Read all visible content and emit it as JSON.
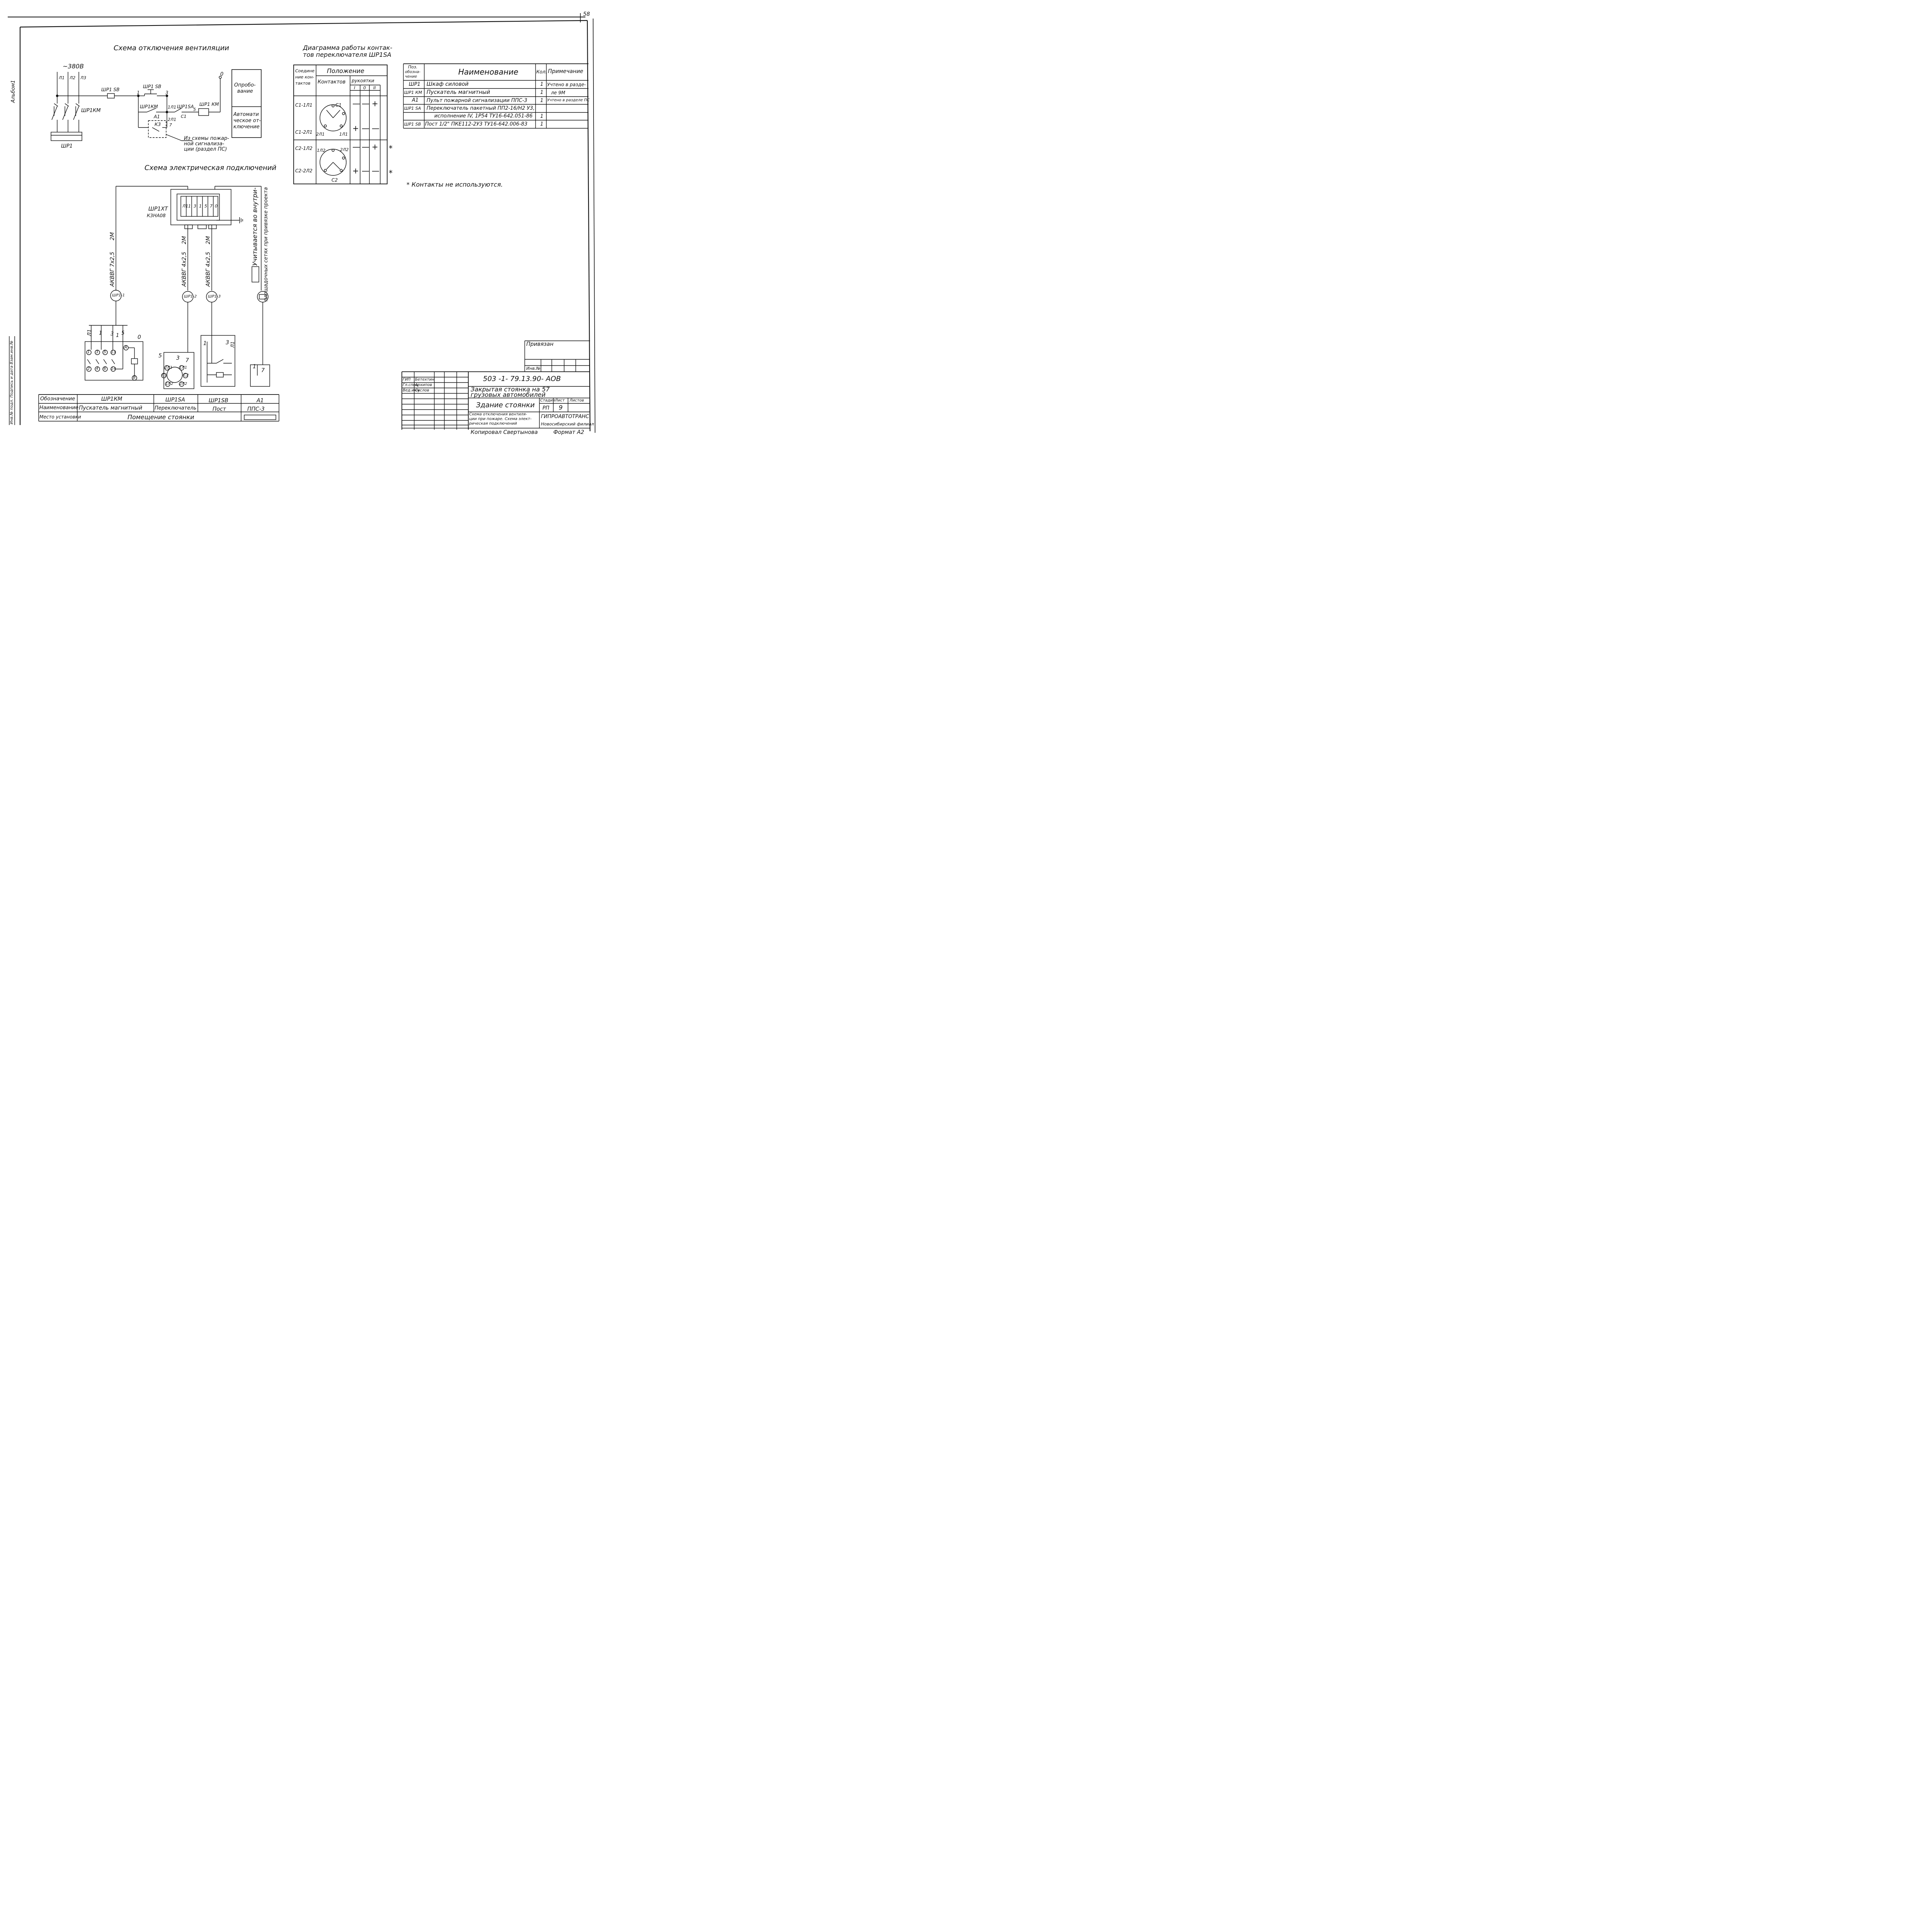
{
  "sheet_number": "58",
  "album": "Альбом1",
  "side_stamp": "Инв.№ подл.  Подпись и дата  Взам.инв.№",
  "ventilation_scheme": {
    "title": "Схема отключения вентиляции",
    "supply": "~380В",
    "phases": [
      "Л1",
      "Л2",
      "Л3"
    ],
    "cabinet": "ШР1",
    "contactor_label": "ШР1КМ",
    "stop_button": "ШР1 SВ",
    "start_button": "ШР1 SВ",
    "node_1": "1",
    "node_3": "3",
    "aux_contact": "ШР1КМ",
    "node_1l1": "1Л1",
    "switch_contact": "ШР1SА",
    "node_5": "5",
    "node_c1": "С1",
    "coil": "ШР1 КМ",
    "node_0": "0",
    "alarm_panel": "А1",
    "relay": "К3",
    "node_2l1": "2Л1",
    "node_7": "7",
    "note": [
      "Из схемы пожар-",
      "ной сигнализа-",
      "ции (раздел ПС)"
    ],
    "mode_test": [
      "Опробо-",
      "вание"
    ],
    "mode_auto": [
      "Автомати",
      "ческое от-",
      "ключение"
    ]
  },
  "contact_diagram": {
    "title": [
      "Диаграмма работы контак-",
      "тов переключателя ШР1SА"
    ],
    "header_connection": [
      "Соедине",
      "ние кон-",
      "тактов"
    ],
    "header_position": "Положение",
    "header_contacts": "Контактов",
    "header_handle": "рукоятки",
    "handle_positions": [
      "I",
      "0",
      "II"
    ],
    "rows": [
      {
        "contact": "С1-1Л1",
        "marks": [
          "—",
          "—",
          "+"
        ],
        "note": ""
      },
      {
        "contact": "С1-2Л1",
        "marks": [
          "+",
          "—",
          "—"
        ],
        "note": ""
      },
      {
        "contact": "С2-1Л2",
        "marks": [
          "—",
          "—",
          "+"
        ],
        "note": "*"
      },
      {
        "contact": "С2-2Л2",
        "marks": [
          "+",
          "—",
          "—"
        ],
        "note": "*"
      }
    ],
    "dial1": {
      "c": "С1",
      "left": "2Л1",
      "right": "1Л1"
    },
    "dial2": {
      "c": "С2",
      "left": "1Л2",
      "right": "2Л2"
    },
    "footnote": "* Контакты не используются."
  },
  "spec_table": {
    "headers": {
      "pos": [
        "Поз.",
        "обозна-",
        "чение"
      ],
      "name": "Наименование",
      "qty": "Кол.",
      "note": "Примечание"
    },
    "rows": [
      {
        "pos": "ШР1",
        "name": "Шкаф силовой",
        "qty": "1",
        "note": "Учтено в разде-"
      },
      {
        "pos": "ШР1 КМ",
        "name": "Пускатель магнитный",
        "qty": "1",
        "note": "ле 9М"
      },
      {
        "pos": "А1",
        "name": "Пульт пожарной сигнализации ППС-3",
        "qty": "1",
        "note": "Учтено в разделе ПС"
      },
      {
        "pos": "ШР1 SА",
        "name": "Переключатель пакетный ПП2-16/Н2 У3,",
        "qty": "",
        "note": ""
      },
      {
        "pos": "",
        "name": "исполнение IV, 1Р54 ТУ16-642.051-86",
        "qty": "1",
        "note": ""
      },
      {
        "pos": "ШР1 SВ",
        "name": "Пост 1/2\" ПКЕ112-2У3 ТУ16-642.006-83",
        "qty": "1",
        "note": ""
      }
    ]
  },
  "wiring_scheme": {
    "title": "Схема электрическая подключений",
    "terminal_block": "ШР1ХТ",
    "terminal_type": "К3НА08",
    "terminals": [
      "Л1",
      "1",
      "3",
      "1",
      "5",
      "7",
      "0"
    ],
    "cables": [
      {
        "tag": "ШР1-1",
        "cable": "АКВВГ 7х2,5",
        "length": "2М"
      },
      {
        "tag": "ШР1-2",
        "cable": "АКВВГ 4х2,5",
        "length": "2М"
      },
      {
        "tag": "ШР1-3",
        "cable": "АКВВГ 4х2,5",
        "length": "2М"
      }
    ],
    "external_note": [
      "Учитывается во внутри-",
      "площадочных сетях при привязке проекта"
    ],
    "km_box": {
      "top": [
        "Л1",
        "1",
        "3",
        "1",
        "5",
        "0"
      ],
      "circles": [
        "1",
        "3",
        "5",
        "13",
        "2",
        "4",
        "6",
        "14",
        "А",
        "В"
      ]
    },
    "sa_box": {
      "top": [
        "5",
        "3",
        "7"
      ],
      "circles": [
        "2Л1",
        "1Л1",
        "С1",
        "С2",
        "1Л2",
        "2Л2"
      ]
    },
    "sb_box": {
      "top": [
        "1",
        "3",
        "Л1"
      ]
    },
    "a1_box": {
      "top": [
        "1",
        "7"
      ]
    }
  },
  "bottom_table": {
    "row_labels": [
      "Обозначение",
      "Наименование",
      "Место установки"
    ],
    "columns": [
      {
        "designation": "ШР1КМ",
        "name": "Пускатель магнитный"
      },
      {
        "designation": "ШР1SА",
        "name": "Переключатель"
      },
      {
        "designation": "ШР1SВ",
        "name": "Пост"
      },
      {
        "designation": "А1",
        "name": "ППС-3"
      }
    ],
    "location": "Помещение стоянки"
  },
  "title_block": {
    "bound_label": "Привязан",
    "inv_label": "Инв.№",
    "code": "503 -1- 79.13.90-  АОВ",
    "project": [
      "Закрытая стоянка на 57",
      "грузовых автомобилей"
    ],
    "building": "Здание стоянки",
    "sheet_title": [
      "Схема отключения вентиля-",
      "ции при пожаре. Схема элект-",
      "рическая подключений"
    ],
    "stage_label": "Стадия",
    "sheet_label": "Лист",
    "sheets_label": "Листов",
    "stage": "РП",
    "sheet": "9",
    "org": "ГИПРОАВТОТРАНС",
    "branch": "Новосибирский филиал",
    "staff": [
      {
        "role": "ГИП",
        "name": "Бетехтин"
      },
      {
        "role": "Гл.спец",
        "name": "Архипов"
      },
      {
        "role": "Вед.инж",
        "name": "Суслов"
      }
    ],
    "copied": "Копировал Свертынова",
    "format": "Формат А2"
  }
}
